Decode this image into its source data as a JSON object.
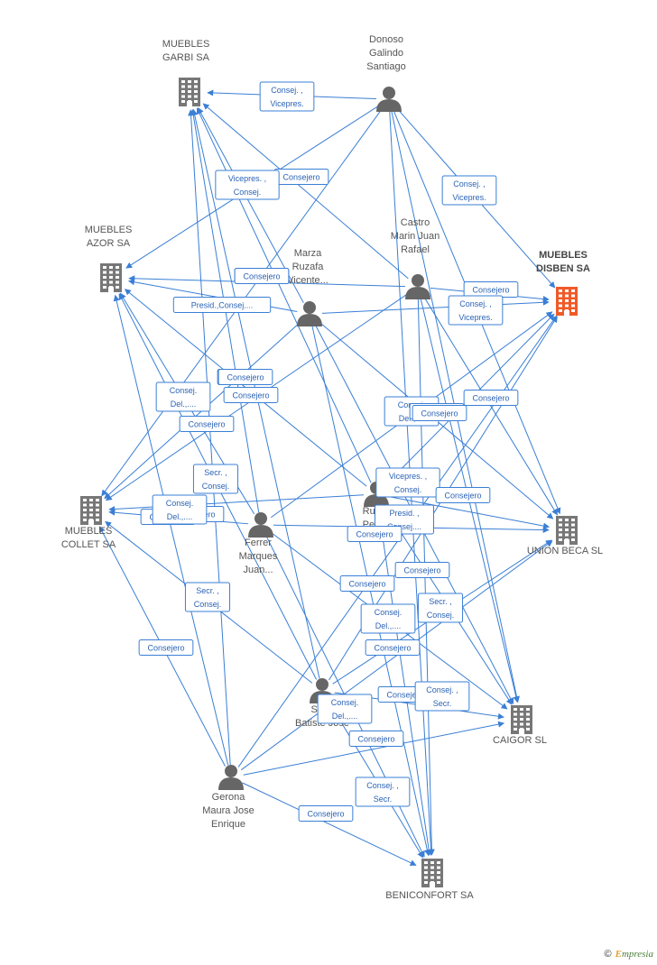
{
  "colors": {
    "edge": "#3a7fd5",
    "company": "#777777",
    "highlight": "#f05a28",
    "person": "#666666"
  },
  "nodes": [
    {
      "id": "garbi",
      "type": "company",
      "label": [
        "MUEBLES",
        "GARBI SA"
      ]
    },
    {
      "id": "azor",
      "type": "company",
      "label": [
        "MUEBLES",
        "AZOR SA"
      ]
    },
    {
      "id": "collet",
      "type": "company",
      "label": [
        "MUEBLES",
        "COLLET SA"
      ]
    },
    {
      "id": "disben",
      "type": "company",
      "highlight": true,
      "label": [
        "MUEBLES",
        "DISBEN SA"
      ]
    },
    {
      "id": "unionbeca",
      "type": "company",
      "label": [
        "UNION BECA SL"
      ]
    },
    {
      "id": "caigor",
      "type": "company",
      "label": [
        "CAIGOR SL"
      ]
    },
    {
      "id": "beniconfort",
      "type": "company",
      "label": [
        "BENICONFORT SA"
      ]
    },
    {
      "id": "donoso",
      "type": "person",
      "label": [
        "Donoso",
        "Galindo",
        "Santiago"
      ]
    },
    {
      "id": "castro",
      "type": "person",
      "label": [
        "Castro",
        "Marin Juan",
        "Rafael"
      ]
    },
    {
      "id": "marza",
      "type": "person",
      "label": [
        "Marza",
        "Ruzafa",
        "Vicente..."
      ]
    },
    {
      "id": "ferrer",
      "type": "person",
      "label": [
        "Ferrer",
        "Marques",
        "Juan..."
      ]
    },
    {
      "id": "rubio",
      "type": "person",
      "label": [
        "Rubio",
        "Perez",
        "Manuel"
      ]
    },
    {
      "id": "sanz",
      "type": "person",
      "label": [
        "Sanz",
        "Batiste Jose"
      ]
    },
    {
      "id": "gerona",
      "type": "person",
      "label": [
        "Gerona",
        "Maura Jose",
        "Enrique"
      ]
    }
  ],
  "edges": [
    {
      "from": "donoso",
      "to": "garbi",
      "label": [
        "Consej. ,",
        "Vicepres."
      ]
    },
    {
      "from": "donoso",
      "to": "azor",
      "label": [
        "Consejero"
      ]
    },
    {
      "from": "donoso",
      "to": "disben",
      "label": [
        "Consej. ,",
        "Vicepres."
      ]
    },
    {
      "from": "donoso",
      "to": "collet",
      "label": []
    },
    {
      "from": "donoso",
      "to": "unionbeca",
      "label": []
    },
    {
      "from": "donoso",
      "to": "caigor",
      "label": []
    },
    {
      "from": "donoso",
      "to": "beniconfort",
      "label": []
    },
    {
      "from": "castro",
      "to": "garbi",
      "label": [
        "Vicepres. ,",
        "Consej."
      ]
    },
    {
      "from": "castro",
      "to": "azor",
      "label": [
        "Consejero"
      ]
    },
    {
      "from": "castro",
      "to": "disben",
      "label": [
        "Consejero"
      ]
    },
    {
      "from": "castro",
      "to": "collet",
      "label": [
        "Consejero"
      ]
    },
    {
      "from": "castro",
      "to": "unionbeca",
      "label": []
    },
    {
      "from": "castro",
      "to": "caigor",
      "label": []
    },
    {
      "from": "castro",
      "to": "beniconfort",
      "label": []
    },
    {
      "from": "marza",
      "to": "garbi",
      "label": [
        "Consejero"
      ]
    },
    {
      "from": "marza",
      "to": "azor",
      "label": [
        "Presid.,Consej...."
      ]
    },
    {
      "from": "marza",
      "to": "disben",
      "label": [
        "Consej. ,",
        "Vicepres."
      ]
    },
    {
      "from": "marza",
      "to": "collet",
      "label": [
        "Consejero"
      ]
    },
    {
      "from": "marza",
      "to": "unionbeca",
      "label": []
    },
    {
      "from": "marza",
      "to": "caigor",
      "label": []
    },
    {
      "from": "marza",
      "to": "beniconfort",
      "label": []
    },
    {
      "from": "ferrer",
      "to": "garbi",
      "label": [
        "Consejero"
      ]
    },
    {
      "from": "ferrer",
      "to": "azor",
      "label": [
        "Consej.",
        "Del.,...."
      ]
    },
    {
      "from": "ferrer",
      "to": "collet",
      "label": [
        "Secr. ,",
        "Consej."
      ]
    },
    {
      "from": "ferrer",
      "to": "disben",
      "label": [
        "Consejero"
      ]
    },
    {
      "from": "ferrer",
      "to": "unionbeca",
      "label": []
    },
    {
      "from": "ferrer",
      "to": "caigor",
      "label": []
    },
    {
      "from": "ferrer",
      "to": "beniconfort",
      "label": []
    },
    {
      "from": "rubio",
      "to": "garbi",
      "label": [
        "Consejero"
      ]
    },
    {
      "from": "rubio",
      "to": "azor",
      "label": [
        "Consej.",
        "Del.,...."
      ]
    },
    {
      "from": "rubio",
      "to": "collet",
      "label": [
        "Consej.",
        "Del.,...."
      ]
    },
    {
      "from": "rubio",
      "to": "disben",
      "label": [
        "Consejero"
      ]
    },
    {
      "from": "rubio",
      "to": "unionbeca",
      "label": [
        "Vicepres. ,",
        "Consej."
      ]
    },
    {
      "from": "rubio",
      "to": "caigor",
      "label": [
        "Presid. ,",
        "Consej...."
      ]
    },
    {
      "from": "rubio",
      "to": "beniconfort",
      "label": [
        "Consejero"
      ]
    },
    {
      "from": "sanz",
      "to": "garbi",
      "label": []
    },
    {
      "from": "sanz",
      "to": "azor",
      "label": []
    },
    {
      "from": "sanz",
      "to": "collet",
      "label": [
        "Secr. ,",
        "Consej."
      ]
    },
    {
      "from": "sanz",
      "to": "disben",
      "label": [
        "Consej.",
        "Del.,...."
      ]
    },
    {
      "from": "sanz",
      "to": "unionbeca",
      "label": [
        "Secr. ,",
        "Consej."
      ]
    },
    {
      "from": "sanz",
      "to": "caigor",
      "label": [
        "Consejero"
      ]
    },
    {
      "from": "sanz",
      "to": "beniconfort",
      "label": [
        "Consej.",
        "Del.,...."
      ]
    },
    {
      "from": "gerona",
      "to": "garbi",
      "label": []
    },
    {
      "from": "gerona",
      "to": "azor",
      "label": []
    },
    {
      "from": "gerona",
      "to": "collet",
      "label": [
        "Consejero"
      ]
    },
    {
      "from": "gerona",
      "to": "unionbeca",
      "label": [
        "Consejero"
      ]
    },
    {
      "from": "gerona",
      "to": "caigor",
      "label": [
        "Consejero"
      ]
    },
    {
      "from": "gerona",
      "to": "beniconfort",
      "label": [
        "Consejero"
      ]
    },
    {
      "from": "gerona",
      "to": "disben",
      "label": [
        "Consejero"
      ]
    }
  ],
  "extra_labels": [
    [
      "Consejero"
    ],
    [
      "Consejero"
    ],
    [
      "Consejero"
    ],
    [
      "Consejero"
    ],
    [
      "Consej. ,",
      "Secr."
    ],
    [
      "Consej. ,",
      "Secr."
    ],
    [
      "Consejero"
    ]
  ],
  "footer": {
    "copyright": "©",
    "brand_initial": "E",
    "brand_rest": "mpresia"
  }
}
